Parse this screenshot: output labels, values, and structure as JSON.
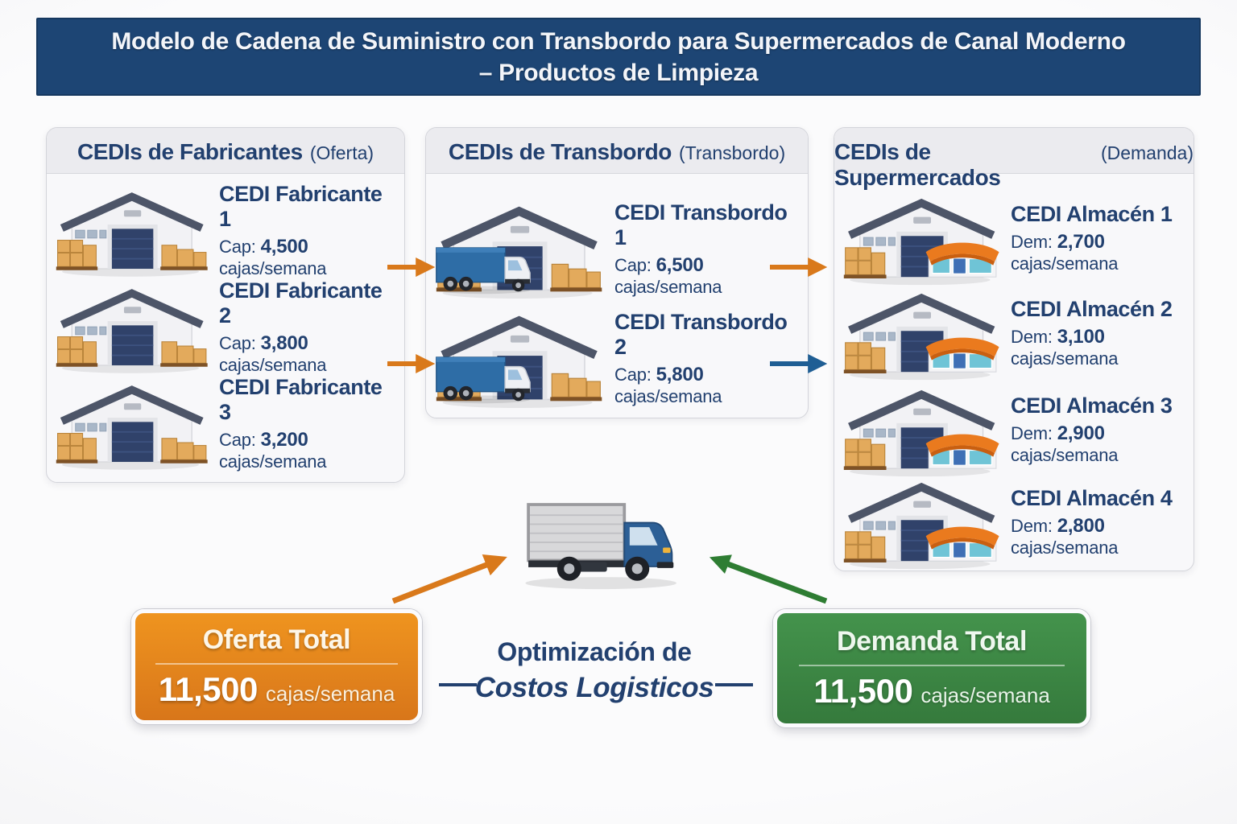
{
  "title": {
    "line1": "Modelo de Cadena de Suministro con Transbordo para Supermercados de Canal Moderno",
    "line2": "– Productos de Limpieza"
  },
  "panels": {
    "fabricantes": {
      "title": "CEDIs de Fabricantes",
      "subtitle": "(Oferta)",
      "items": [
        {
          "name": "CEDI Fabricante 1",
          "label": "Cap:",
          "value": "4,500",
          "unit": "cajas/semana"
        },
        {
          "name": "CEDI Fabricante 2",
          "label": "Cap:",
          "value": "3,800",
          "unit": "cajas/semana"
        },
        {
          "name": "CEDI Fabricante 3",
          "label": "Cap:",
          "value": "3,200",
          "unit": "cajas/semana"
        }
      ]
    },
    "transbordo": {
      "title": "CEDIs de Transbordo",
      "subtitle": "(Transbordo)",
      "items": [
        {
          "name": "CEDI Transbordo 1",
          "label": "Cap:",
          "value": "6,500",
          "unit": "cajas/semana"
        },
        {
          "name": "CEDI Transbordo 2",
          "label": "Cap:",
          "value": "5,800",
          "unit": "cajas/semana"
        }
      ]
    },
    "supermercados": {
      "title": "CEDIs de Supermercados",
      "subtitle": "(Demanda)",
      "items": [
        {
          "name": "CEDI Almacén 1",
          "label": "Dem:",
          "value": "2,700",
          "unit": "cajas/semana"
        },
        {
          "name": "CEDI Almacén 2",
          "label": "Dem:",
          "value": "3,100",
          "unit": "cajas/semana"
        },
        {
          "name": "CEDI Almacén 3",
          "label": "Dem:",
          "value": "2,900",
          "unit": "cajas/semana"
        },
        {
          "name": "CEDI Almacén 4",
          "label": "Dem:",
          "value": "2,800",
          "unit": "cajas/semana"
        }
      ]
    }
  },
  "totals": {
    "oferta": {
      "title": "Oferta Total",
      "value": "11,500",
      "unit": "cajas/semana"
    },
    "demanda": {
      "title": "Demanda Total",
      "value": "11,500",
      "unit": "cajas/semana"
    }
  },
  "center": {
    "line1": "Optimización de",
    "line2": "Costos Logisticos"
  },
  "colors": {
    "banner": "#1d4574",
    "navy": "#22406f",
    "orange": "#d9791b",
    "blue-arrow": "#1f5e94",
    "green-arrow": "#2e7d33",
    "orange-box-top": "#ef941f",
    "orange-box-bottom": "#d8761a",
    "green-box-top": "#44934c",
    "green-box-bottom": "#357a3c"
  }
}
